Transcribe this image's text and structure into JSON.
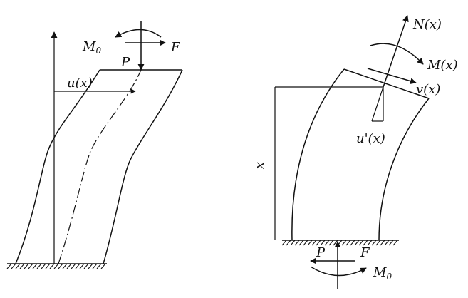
{
  "left_figure": {
    "moment_label": "M",
    "moment_subscript": "0",
    "force_label": "F",
    "axial_label": "P",
    "deflection_label": "u(x)"
  },
  "right_figure": {
    "normal_label": "N(x)",
    "moment_label": "M(x)",
    "shear_label": "v(x)",
    "slope_label": "u'(x)",
    "height_label": "x",
    "axial_label": "P",
    "force_label": "F",
    "moment_base_label": "M",
    "moment_base_subscript": "0"
  }
}
